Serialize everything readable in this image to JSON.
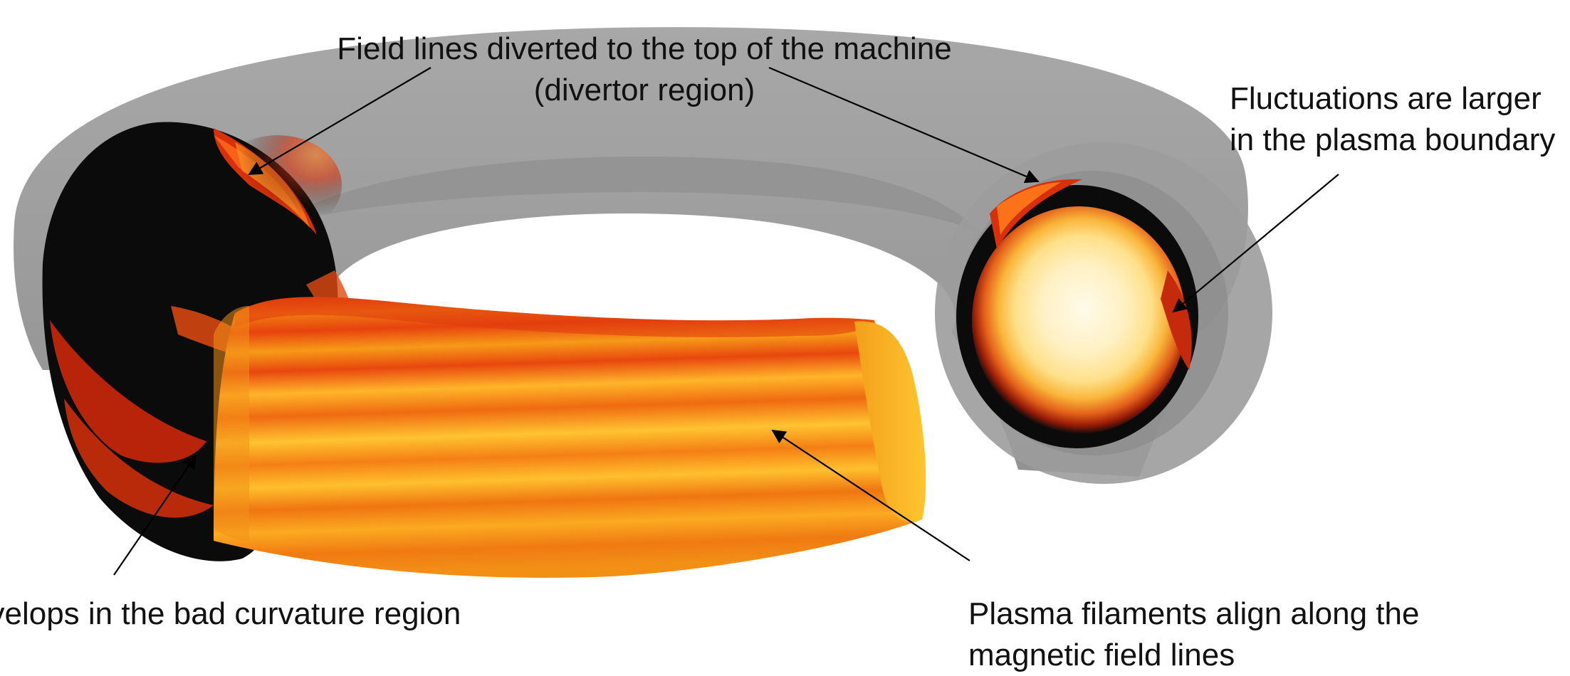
{
  "annotations": {
    "top": {
      "line1": "Field lines diverted to the top of the machine",
      "line2": "(divertor region)"
    },
    "right": {
      "line1": "Fluctuations are larger",
      "line2": "in the plasma boundary"
    },
    "left": {
      "line1": "evelops in the bad curvature region"
    },
    "bottom": {
      "line1": "Plasma filaments align along the",
      "line2": "magnetic field lines"
    }
  },
  "colors": {
    "torus_shell": "#9a9a9a",
    "torus_shell_dark": "#7e7e7e",
    "plasma_black": "#0b0b0b",
    "plasma_red": "#e0340b",
    "plasma_orange": "#f28a12",
    "plasma_yellow": "#ffd23a",
    "plasma_core": "#fff7d8",
    "arrow": "#000000"
  }
}
